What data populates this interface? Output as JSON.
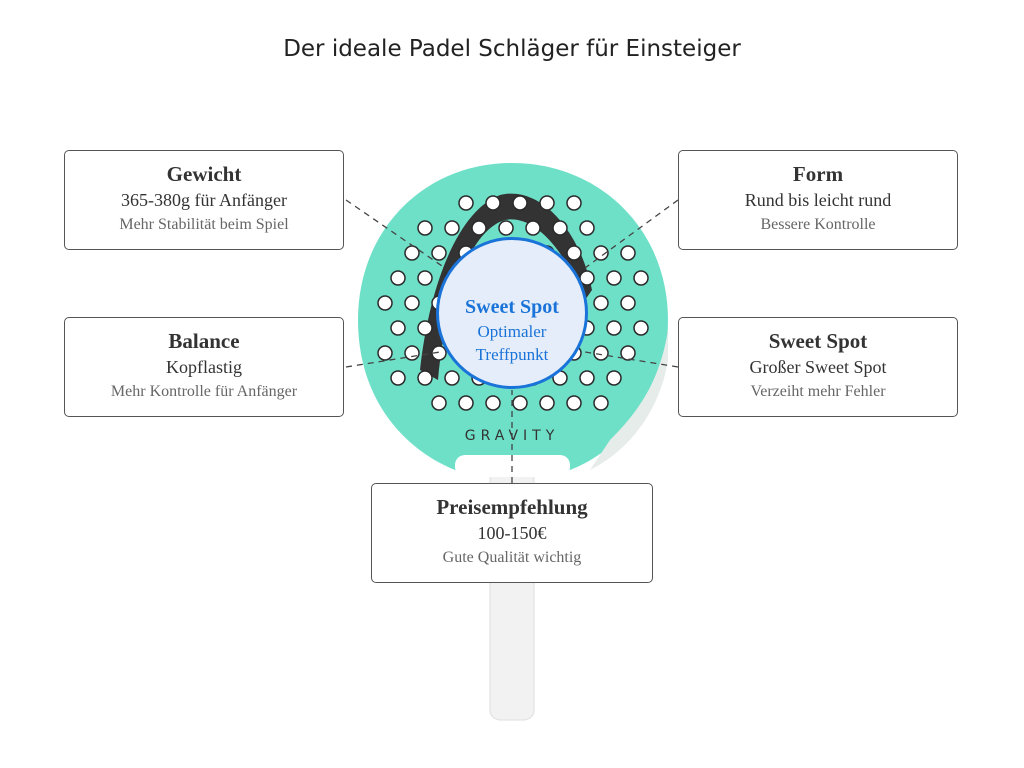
{
  "title": "Der ideale Padel Schläger für Einsteiger",
  "racket": {
    "brand": "GRAVITY",
    "color": "#6fe0c8"
  },
  "center": {
    "heading": "Sweet Spot",
    "line1": "Optimaler",
    "line2": "Treffpunkt",
    "accent": "#1a73d8"
  },
  "boxes": [
    {
      "heading": "Gewicht",
      "value": "365-380g für Anfänger",
      "note": "Mehr Stabilität beim Spiel"
    },
    {
      "heading": "Form",
      "value": "Rund bis leicht rund",
      "note": "Bessere Kontrolle"
    },
    {
      "heading": "Balance",
      "value": "Kopflastig",
      "note": "Mehr Kontrolle für Anfänger"
    },
    {
      "heading": "Sweet Spot",
      "value": "Großer Sweet Spot",
      "note": "Verzeiht mehr Fehler"
    },
    {
      "heading": "Preisempfehlung",
      "value": "100-150€",
      "note": "Gute Qualität wichtig"
    }
  ]
}
